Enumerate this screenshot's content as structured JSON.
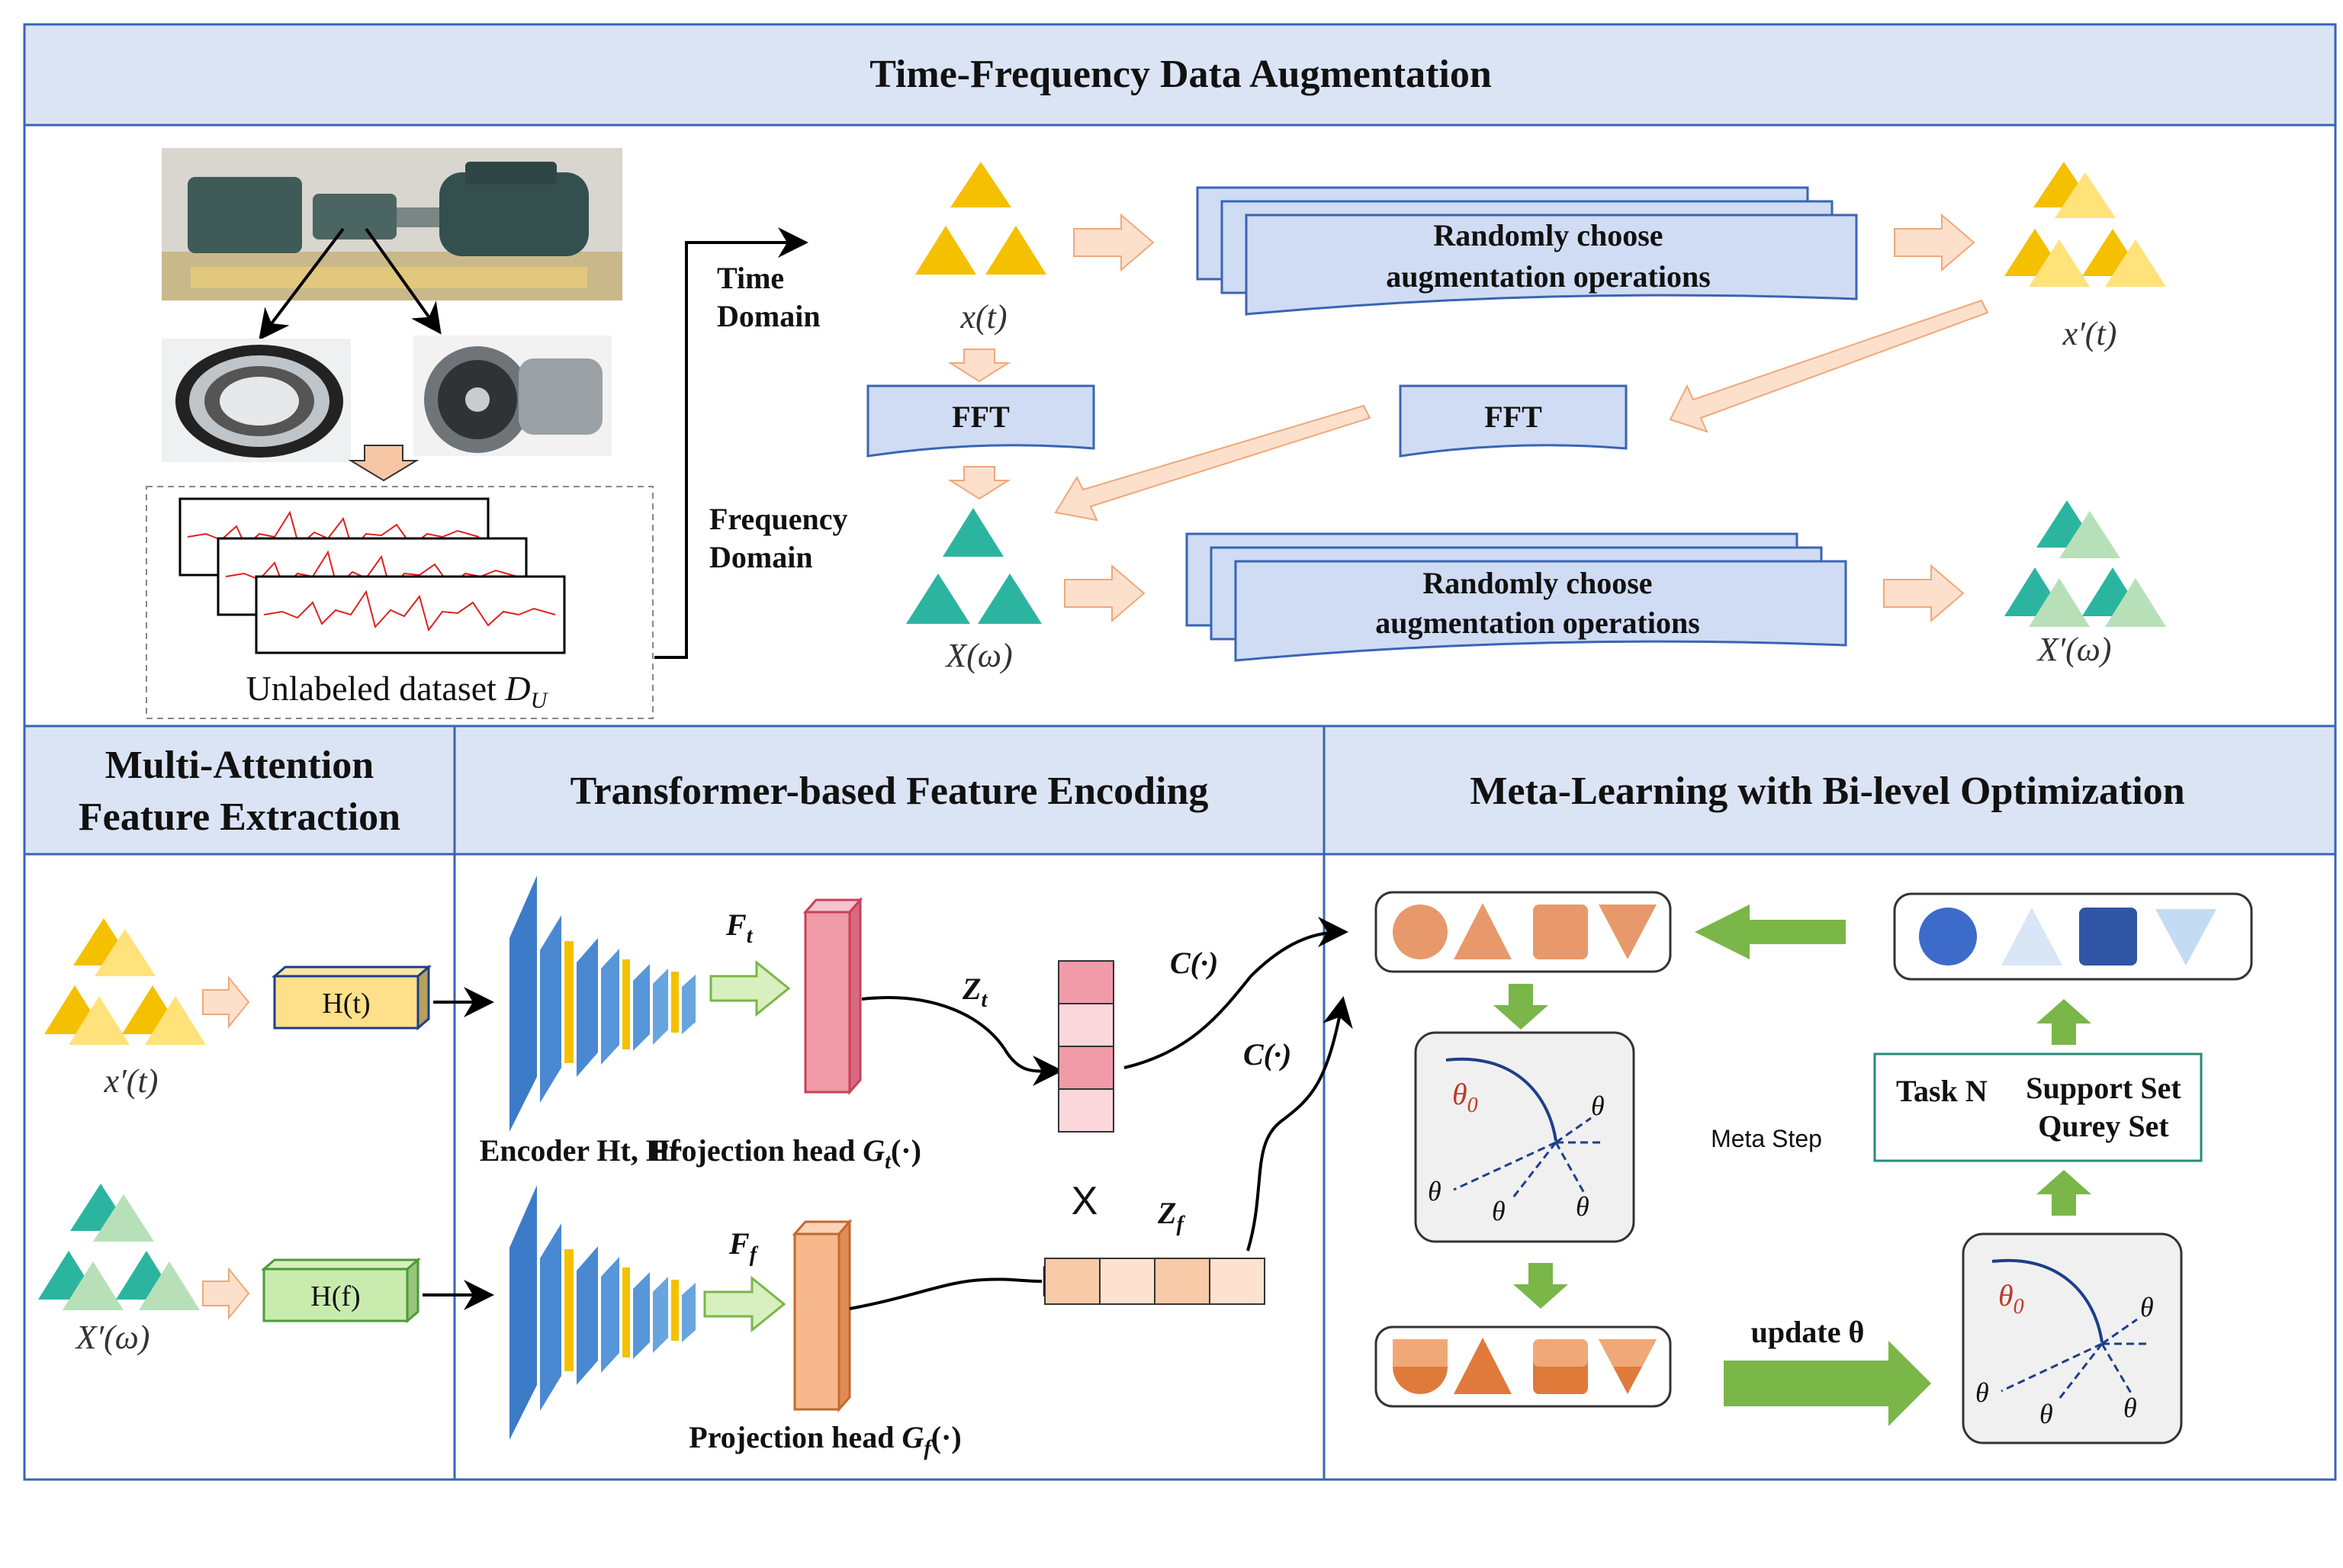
{
  "sections": {
    "top_title": "Time-Frequency Data Augmentation",
    "bottom_left_title": [
      "Multi-Attention",
      "Feature Extraction"
    ],
    "bottom_mid_title": "Transformer-based Feature Encoding",
    "bottom_right_title": "Meta-Learning with Bi-level Optimization"
  },
  "augmentation": {
    "dataset_label": "Unlabeled dataset",
    "dataset_symbol": "D",
    "dataset_subscript": "U",
    "time_domain": [
      "Time",
      "Domain"
    ],
    "frequency_domain": [
      "Frequency",
      "Domain"
    ],
    "aug_op_line1": "Randomly  choose",
    "aug_op_line2": "augmentation  operations",
    "fft_label": "FFT",
    "x_t": "x(t)",
    "x_prime_t": "x′(t)",
    "X_omega": "X(ω)",
    "X_prime_omega": "X′(ω)"
  },
  "encoding": {
    "x_prime_t": "x′(t)",
    "X_prime_omega": "X′(ω)",
    "H_t": "H(t)",
    "H_f": "H(f)",
    "encoder_label": "Encoder Ht, Hf",
    "proj_head_t": "Projection head",
    "proj_head_t_fn": "G",
    "proj_head_t_sub": "t",
    "proj_head_t_arg": "(·)",
    "proj_head_f": "Projection head",
    "proj_head_f_fn": "G",
    "proj_head_f_sub": "f",
    "proj_head_f_arg": "(·)",
    "F_t": "F",
    "F_t_sub": "t",
    "F_f": "F",
    "F_f_sub": "f",
    "Z_t": "Z",
    "Z_t_sub": "t",
    "Z_f": "Z",
    "Z_f_sub": "f",
    "cross_mark": "X",
    "C_label": "C(·)"
  },
  "meta": {
    "meta_step": "Meta Step",
    "task_n": "Task N",
    "support_set": "Support Set",
    "query_set": "Qurey Set",
    "update_theta": "update θ",
    "theta_0": "θ",
    "theta_0_sub": "0",
    "theta": "θ"
  },
  "colors": {
    "border": "#3a64b6",
    "header_bg": "#dbe4f4",
    "box_fill": "#cfdcf3",
    "time_yellow": "#f5c000",
    "time_yellow_light": "#ffe27a",
    "freq_teal": "#2bb5a0",
    "freq_teal_light": "#b7e0b8",
    "arrow_peach": "#f6c6a4",
    "green_arrow": "#7ab648",
    "encoder_blue": "#3c7bc8",
    "proj_pink": "#f19aa8",
    "proj_orange": "#f7b88d",
    "shape_orange": "#e8996b",
    "shape_blue": "#3c6bc9",
    "shape_blue_light": "#c4dcf3",
    "signal_red": "#e02020"
  }
}
